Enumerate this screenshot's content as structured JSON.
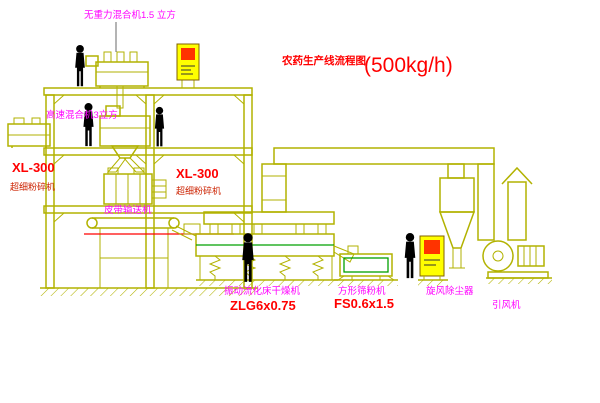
{
  "title": {
    "name": "农药生产线流程图",
    "capacity": "(500kg/h)"
  },
  "labels": {
    "gravity_mixer": "无重力混合机1.5 立方",
    "high_speed_mixer": "高速混合机3立方",
    "pulverizer_left_model": "XL-300",
    "pulverizer_left_name": "超细粉碎机",
    "pulverizer_center_model": "XL-300",
    "pulverizer_center_name": "超细粉碎机",
    "belt_conveyor": "皮带输送机",
    "fluid_bed_dryer": "振动流化床干燥机",
    "fluid_bed_dryer_model": "ZLG6x0.75",
    "square_sieve": "方形筛粉机",
    "square_sieve_model": "FS0.6x1.5",
    "cyclone": "旋风除尘器",
    "induced_draft_fan": "引风机"
  },
  "colors": {
    "line_olive": "#b2b200",
    "accent_green": "#00a000",
    "label_magenta": "#ff00ff",
    "label_red": "#ff0000",
    "panel_yellow": "#ffff00",
    "panel_screen_red": "#ff3300",
    "figure_black": "#000000",
    "background": "#ffffff"
  }
}
